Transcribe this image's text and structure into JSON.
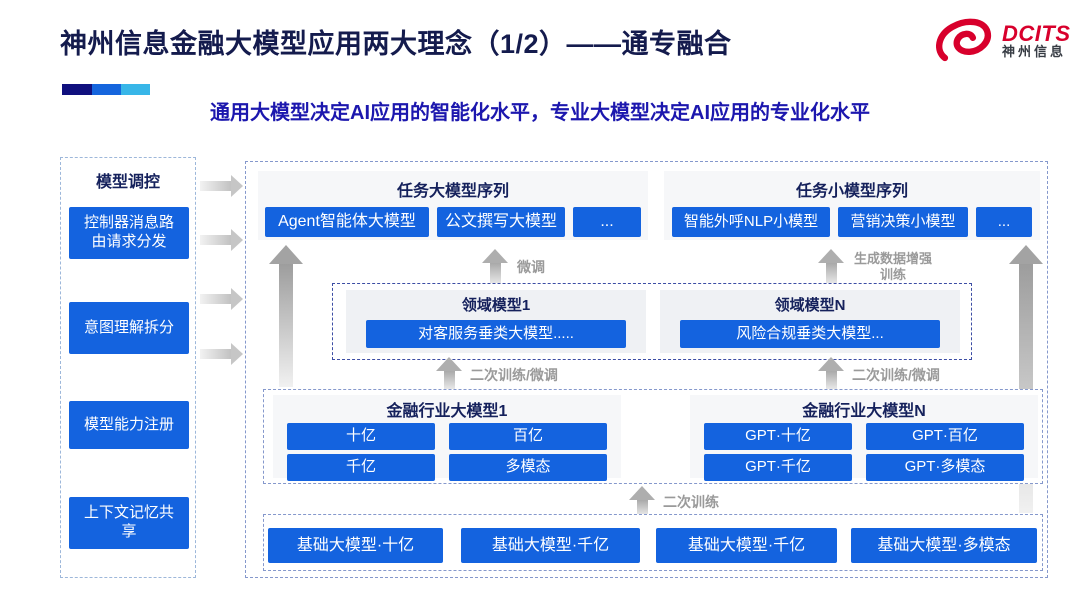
{
  "header": {
    "title": "神州信息金融大模型应用两大理念（1/2）——通专融合",
    "subtitle": "通用大模型决定AI应用的智能化水平，专业大模型决定AI应用的专业化水平",
    "logo": {
      "brand": "DCITS",
      "brand_cn": "神州信息"
    }
  },
  "colors": {
    "button_blue": "#1463df",
    "heading_navy": "#15215c",
    "title_navy": "#141b4d",
    "subtitle_blue": "#1c17ae",
    "brand_red": "#d8002c",
    "arrow_label_gray": "#9a9a9a",
    "accent_bar": [
      "#10107e",
      "#1565dd",
      "#38b6e8"
    ]
  },
  "sidebar": {
    "title": "模型调控",
    "items": [
      "控制器消息路由请求分发",
      "意图理解拆分",
      "模型能力注册",
      "上下文记忆共享"
    ]
  },
  "task_large": {
    "title": "任务大模型序列",
    "items": [
      "Agent智能体大模型",
      "公文撰写大模型",
      "..."
    ]
  },
  "task_small": {
    "title": "任务小模型序列",
    "items": [
      "智能外呼NLP小模型",
      "营销决策小模型",
      "..."
    ]
  },
  "labels": {
    "finetune": "微调",
    "gen_aug_train": "生成数据增强训练",
    "retrain_finetune": "二次训练/微调",
    "retrain": "二次训练"
  },
  "domain_models": {
    "left": {
      "title": "领域模型1",
      "item": "对客服务垂类大模型....."
    },
    "right": {
      "title": "领域模型N",
      "item": "风险合规垂类大模型..."
    }
  },
  "industry_models": {
    "left": {
      "title": "金融行业大模型1",
      "items": [
        "十亿",
        "百亿",
        "千亿",
        "多模态"
      ]
    },
    "right": {
      "title": "金融行业大模型N",
      "items": [
        "GPT·十亿",
        "GPT·百亿",
        "GPT·千亿",
        "GPT·多模态"
      ]
    }
  },
  "base_models": {
    "items": [
      "基础大模型·十亿",
      "基础大模型·千亿",
      "基础大模型·千亿",
      "基础大模型·多模态"
    ]
  }
}
